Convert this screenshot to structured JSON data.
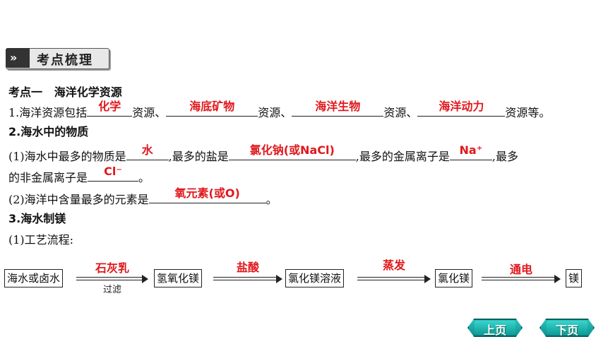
{
  "header": {
    "title": "考点梳理",
    "arrows": "»"
  },
  "topic": {
    "label": "考点一",
    "title": "海洋化学资源"
  },
  "item1": {
    "prefix": "1.海洋资源包括",
    "a1": "化学",
    "s1": "资源、",
    "a2": "海底矿物",
    "s2": "资源、",
    "a3": "海洋生物",
    "s3": "资源、",
    "a4": "海洋动力",
    "s4": "资源等。"
  },
  "item2": {
    "heading": "2.海水中的物质",
    "q1_prefix": "(1)海水中最多的物质是",
    "q1_a1": "水",
    "q1_mid1": ",最多的盐是",
    "q1_a2": "氯化钠(或NaCl)",
    "q1_mid2": ",最多的金属离子是",
    "q1_a3": "Na⁺",
    "q1_mid3": ",最多",
    "q1_line2_prefix": "的非金属离子是",
    "q1_a4": "Cl⁻",
    "q1_end": "。",
    "q2_prefix": "(2)海洋中含量最多的元素是",
    "q2_a": "氧元素(或O)",
    "q2_end": "。"
  },
  "item3": {
    "heading": "3.海水制镁",
    "sub": "(1)工艺流程:",
    "flow": {
      "box1": "海水或卤水",
      "c1_top": "石灰乳",
      "c1_bottom": "过滤",
      "box2": "氢氧化镁",
      "c2_top": "盐酸",
      "box3": "氯化镁溶液",
      "c3_top": "蒸发",
      "box4": "氯化镁",
      "c4_top": "通电",
      "box5": "镁"
    }
  },
  "nav": {
    "prev": "上页",
    "next": "下页"
  },
  "colors": {
    "answer": "#e0181c",
    "nav": "#14a8a3"
  }
}
